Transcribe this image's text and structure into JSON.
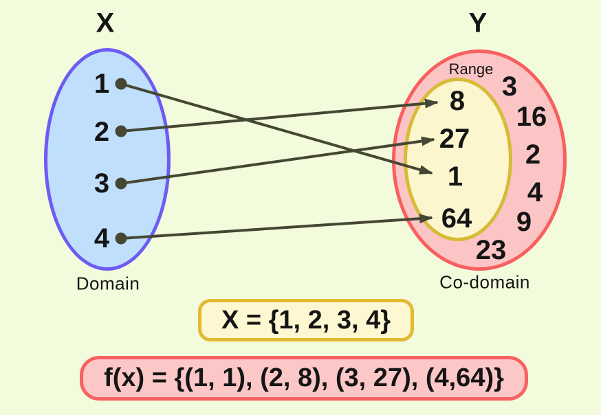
{
  "titles": {
    "x": "X",
    "y": "Y"
  },
  "domain": {
    "label": "Domain",
    "elements": [
      "1",
      "2",
      "3",
      "4"
    ]
  },
  "codomain": {
    "label": "Co-domain",
    "range_label": "Range",
    "range_elements": [
      "8",
      "27",
      "1",
      "64"
    ],
    "non_range_elements": [
      "3",
      "16",
      "2",
      "4",
      "9",
      "23"
    ]
  },
  "mappings": [
    {
      "from": "1",
      "to": "1"
    },
    {
      "from": "2",
      "to": "8"
    },
    {
      "from": "3",
      "to": "27"
    },
    {
      "from": "4",
      "to": "64"
    }
  ],
  "set_notation": "X = {1, 2, 3, 4}",
  "function_notation": "f(x) = {(1, 1), (2, 8), (3, 27), (4,64)}",
  "colors": {
    "background": "#f2fbdb",
    "domain_fill": "#bfdffc",
    "domain_border": "#6c5cf2",
    "codomain_fill": "#fbc5c5",
    "codomain_border": "#f8605f",
    "range_fill": "#fbf6ce",
    "range_border": "#d7bb37",
    "arrow": "#454733",
    "text": "#151515",
    "set_box_fill": "#fdf7d2",
    "set_box_border": "#e2ba32",
    "function_box_fill": "#fbc7c7",
    "function_box_border": "#f76262"
  }
}
